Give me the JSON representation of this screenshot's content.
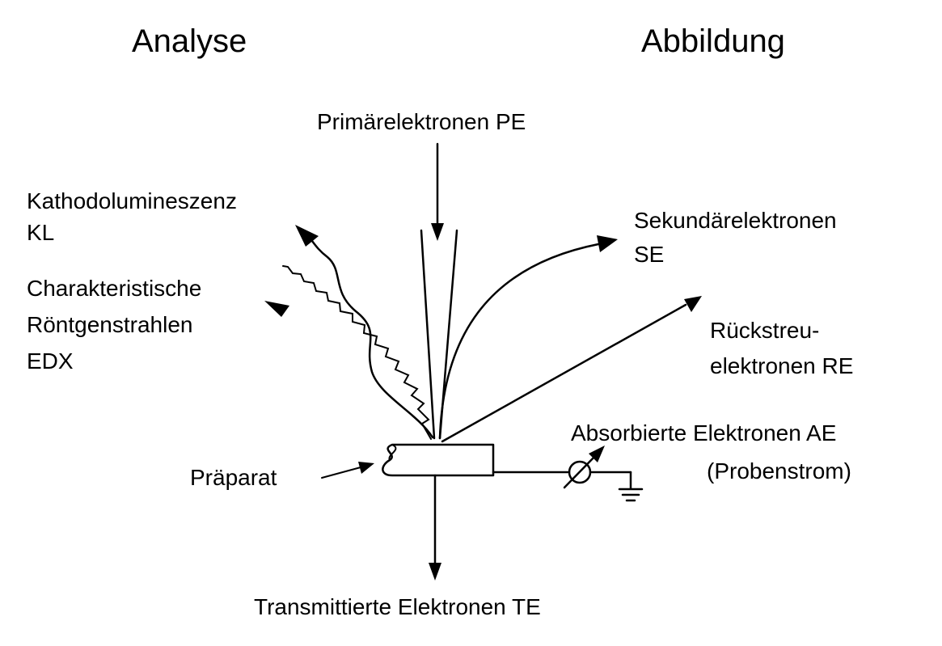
{
  "headings": {
    "left": "Analyse",
    "right": "Abbildung"
  },
  "labels": {
    "primary": "Primärelektronen PE",
    "cathodo_line1": "Kathodolumineszenz",
    "cathodo_line2": "KL",
    "xray_line1": "Charakteristische",
    "xray_line2": "Röntgenstrahlen",
    "xray_line3": "EDX",
    "secondary_line1": "Sekundärelektronen",
    "secondary_line2": "SE",
    "backscatter_line1": "Rückstreu-",
    "backscatter_line2": "elektronen RE",
    "absorbed_line1": "Absorbierte Elektronen AE",
    "absorbed_line2": "(Probenstrom)",
    "specimen": "Präparat",
    "transmitted": "Transmittierte Elektronen TE"
  }
}
